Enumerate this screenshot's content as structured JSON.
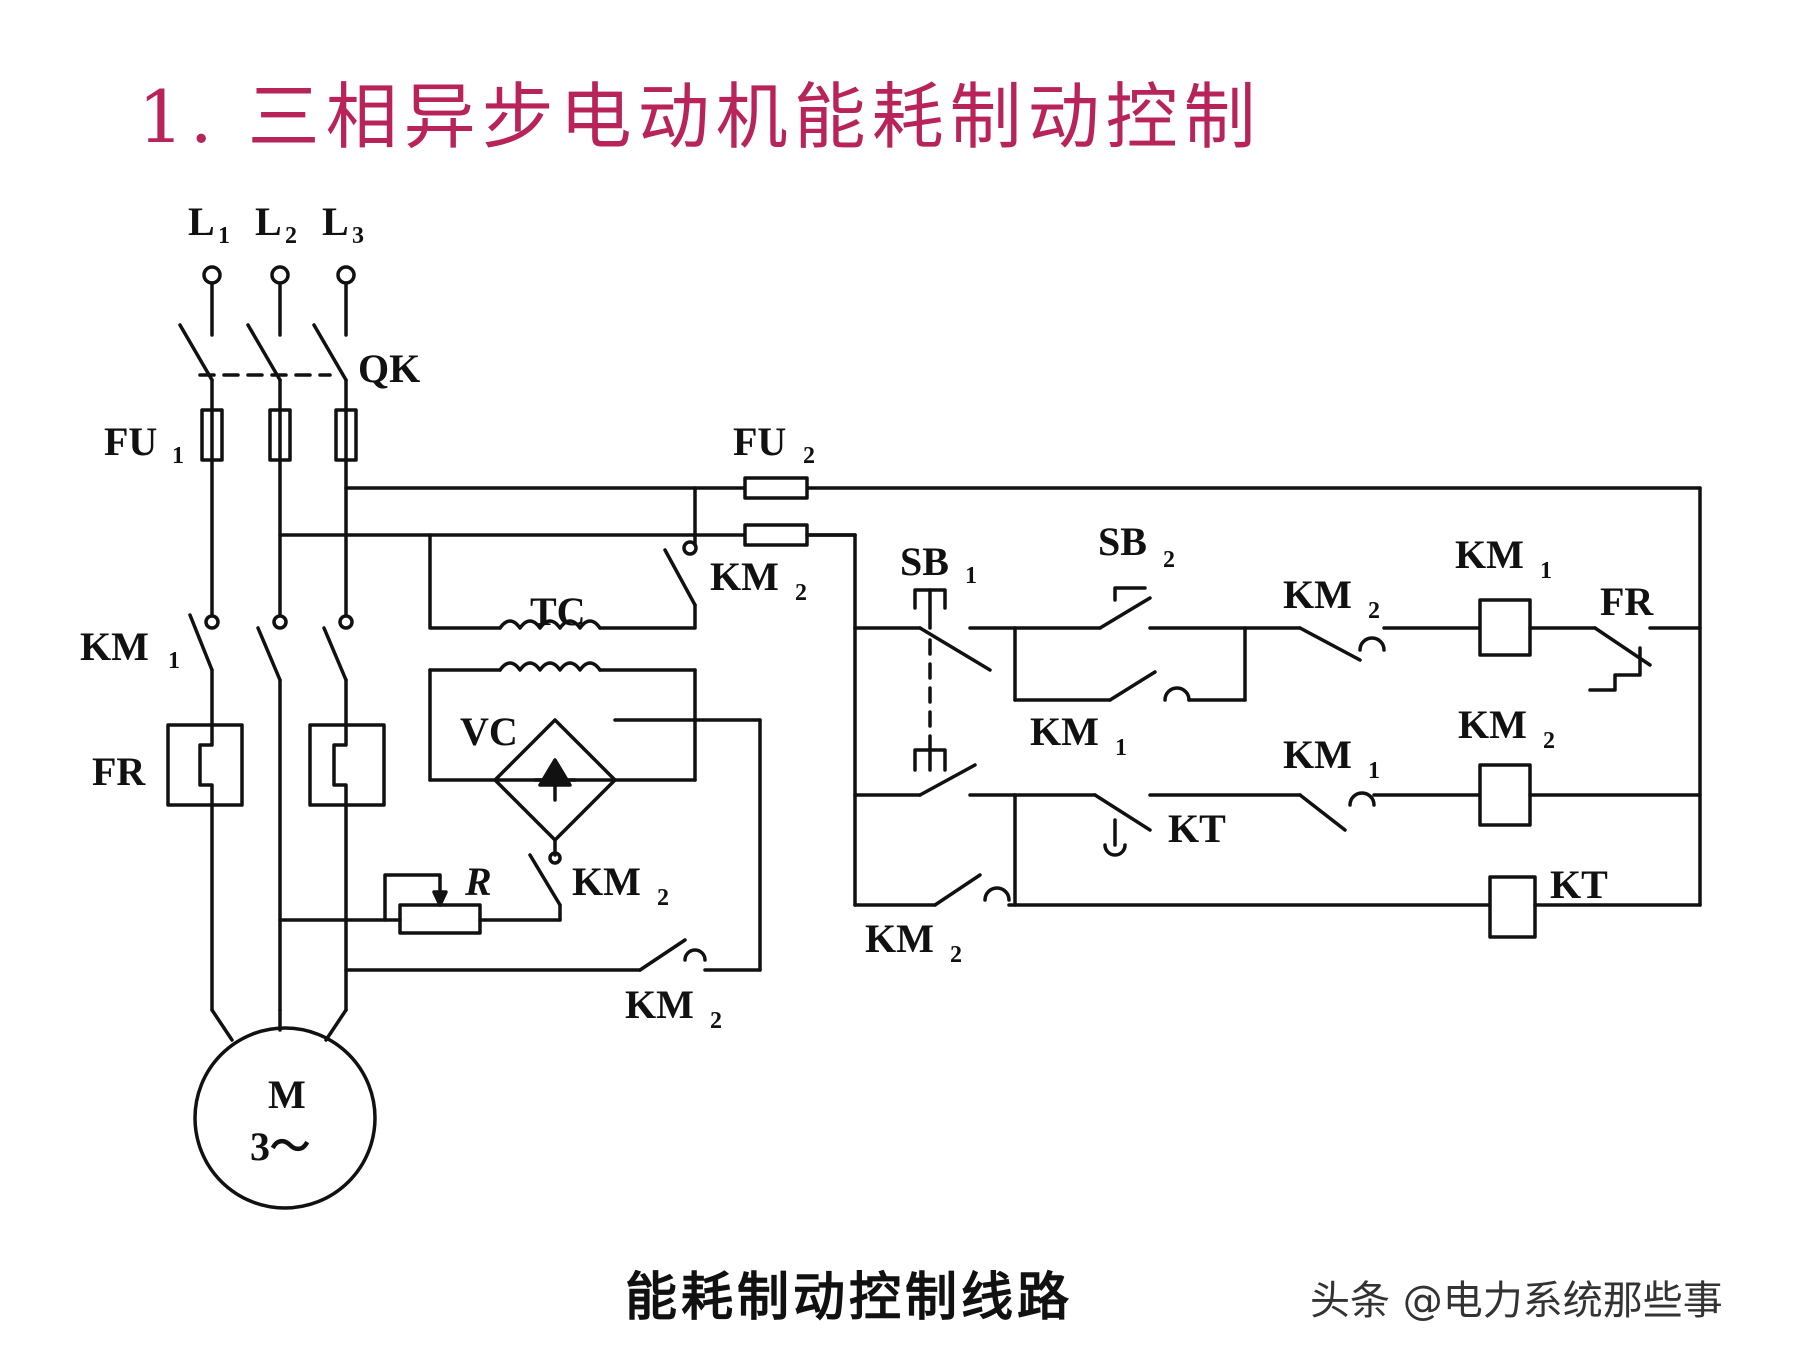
{
  "title": "1. 三相异步电动机能耗制动控制",
  "caption": "能耗制动控制线路",
  "watermark": "头条 @电力系统那些事",
  "labels": {
    "L1": "L",
    "L1_sub": "1",
    "L2": "L",
    "L2_sub": "2",
    "L3": "L",
    "L3_sub": "3",
    "QK": "QK",
    "FU1": "FU",
    "FU1_sub": "1",
    "FU2": "FU",
    "FU2_sub": "2",
    "KM1_main": "KM",
    "KM1_main_sub": "1",
    "FR_main": "FR",
    "TC": "TC",
    "VC": "VC",
    "KM2_top": "KM",
    "KM2_top_sub": "2",
    "KM2_mid": "KM",
    "KM2_mid_sub": "2",
    "R": "R",
    "KM2_bot": "KM",
    "KM2_bot_sub": "2",
    "motor_M": "M",
    "motor_phase": "3～",
    "SB1": "SB",
    "SB1_sub": "1",
    "SB2": "SB",
    "SB2_sub": "2",
    "KM2_c1": "KM",
    "KM2_c1_sub": "2",
    "KM1_coil": "KM",
    "KM1_coil_sub": "1",
    "FR_ctrl": "FR",
    "KM1_hold": "KM",
    "KM1_hold_sub": "1",
    "KM1_c2": "KM",
    "KM1_c2_sub": "1",
    "KM2_coil": "KM",
    "KM2_coil_sub": "2",
    "KT_contact": "KT",
    "KT_coil": "KT",
    "KM2_hold": "KM",
    "KM2_hold_sub": "2"
  }
}
